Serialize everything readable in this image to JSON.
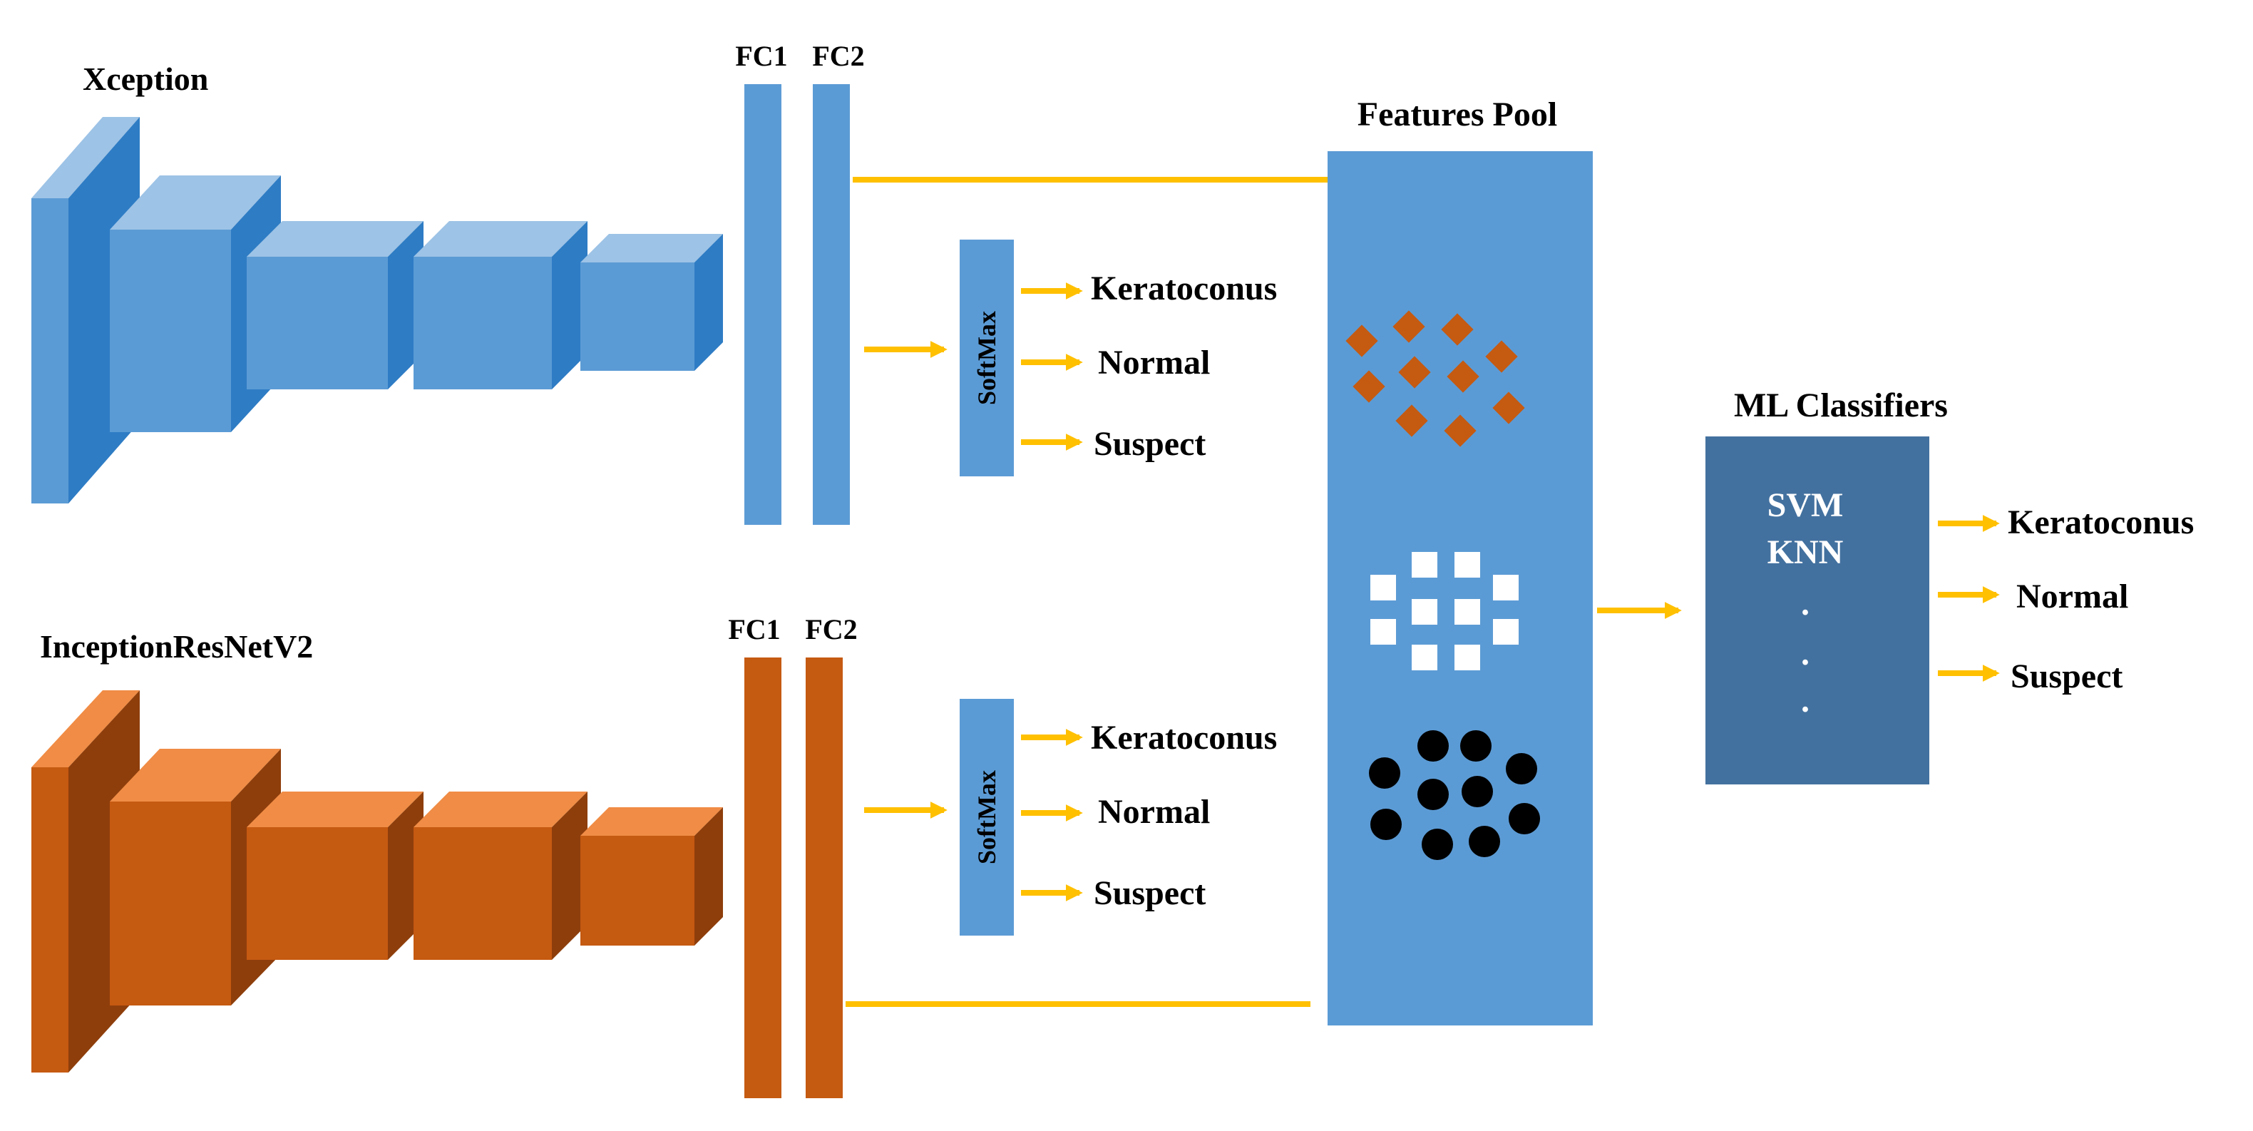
{
  "colors": {
    "blue_front": "#5B9BD5",
    "blue_top": "#9DC3E6",
    "blue_side": "#2E7CC4",
    "orange_front": "#C55A11",
    "orange_top": "#F08C45",
    "orange_side": "#8E3E0B",
    "arrow": "#FFC000",
    "features_pool": "#5B9BD5",
    "ml_box": "#43719F",
    "feature_diamond": "#C55A11",
    "feature_square": "#FFFFFF",
    "feature_circle": "#000000"
  },
  "networks": {
    "xception": {
      "title": "Xception",
      "fc1": "FC1",
      "fc2": "FC2",
      "softmax": "SoftMax",
      "outputs": [
        "Keratoconus",
        "Normal",
        "Suspect"
      ]
    },
    "inception": {
      "title": "InceptionResNetV2",
      "fc1": "FC1",
      "fc2": "FC2",
      "softmax": "SoftMax",
      "outputs": [
        "Keratoconus",
        "Normal",
        "Suspect"
      ]
    }
  },
  "features_pool": {
    "title": "Features Pool"
  },
  "ml": {
    "title": "ML Classifiers",
    "methods": [
      "SVM",
      "KNN"
    ],
    "dots": [
      ".",
      ".",
      "."
    ],
    "outputs": [
      "Keratoconus",
      "Normal",
      "Suspect"
    ]
  }
}
